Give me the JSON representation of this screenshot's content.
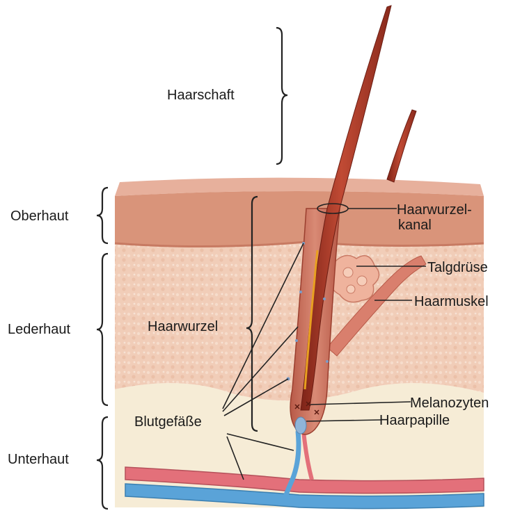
{
  "labels": {
    "hair_shaft": "Haarschaft",
    "epidermis": "Oberhaut",
    "dermis": "Lederhaut",
    "subcutis": "Unterhaut",
    "hair_root": "Haarwurzel",
    "blood_vessels": "Blutgefäße",
    "follicle_canal_1": "Haarwurzel-",
    "follicle_canal_2": "kanal",
    "sebaceous_gland": "Talgdrüse",
    "hair_muscle": "Haarmuskel",
    "melanocytes": "Melanozyten",
    "hair_papilla": "Haarpapille"
  },
  "colors": {
    "epidermis": "#d9947a",
    "dermis": "#f1cdb8",
    "subcutis": "#f6ecd6",
    "hair": "#a63a2a",
    "artery": "#e3707a",
    "vein": "#5aa3d8"
  }
}
